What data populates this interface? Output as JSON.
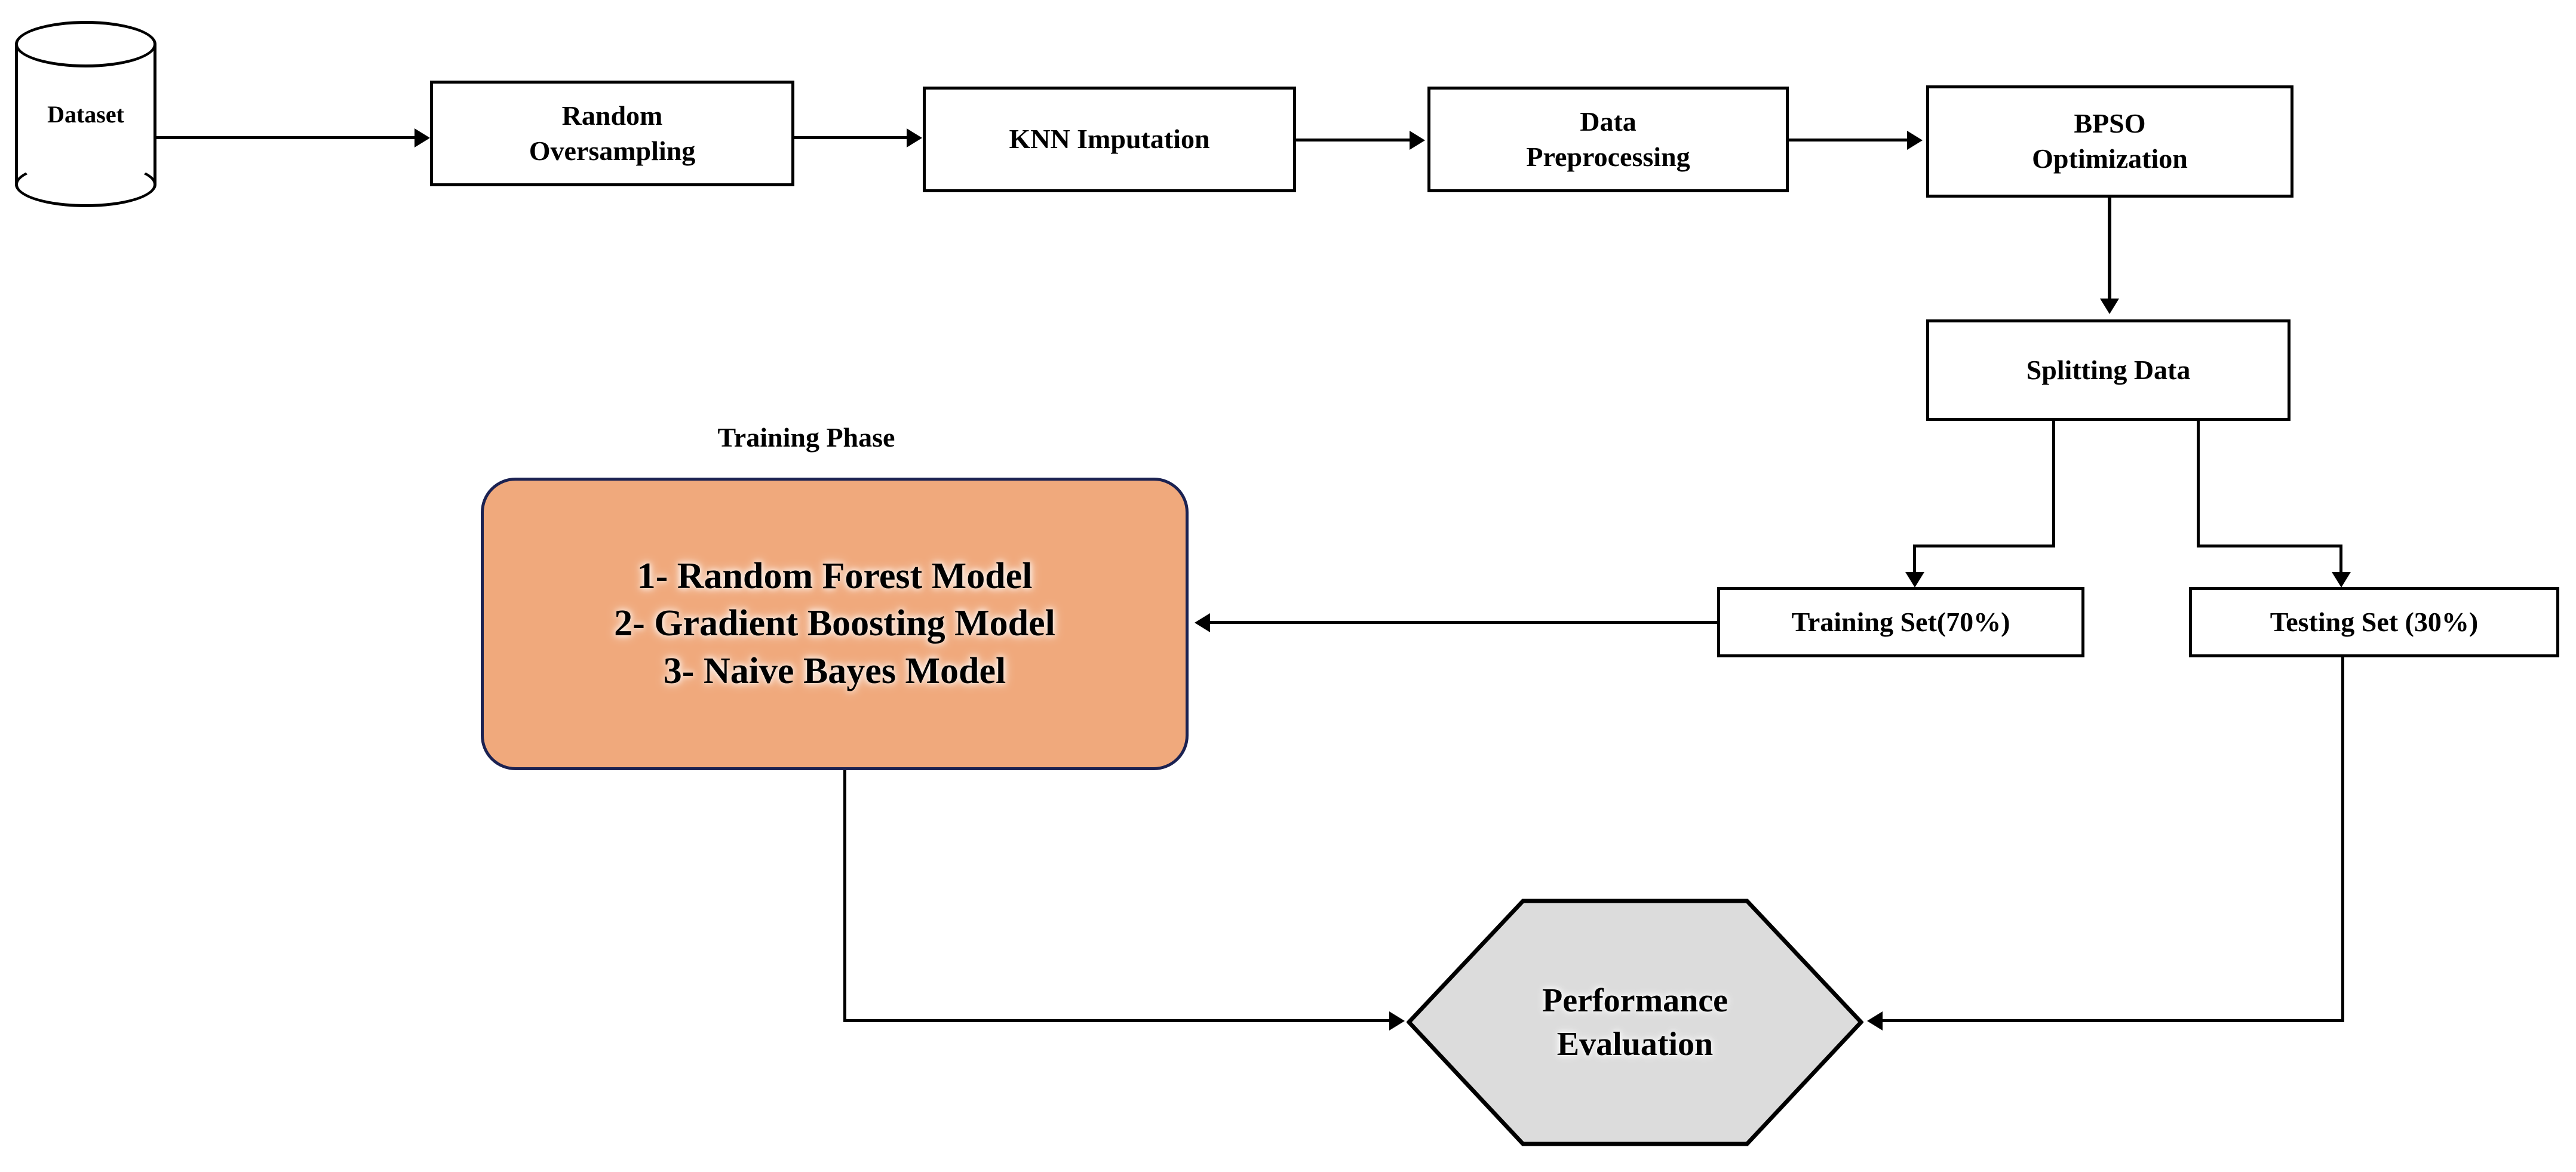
{
  "diagram": {
    "title": "Machine Learning Pipeline Flowchart",
    "background_color": "#FFFFFF",
    "colors": {
      "node_fill": "#FFFFFF",
      "node_stroke": "#000000",
      "training_box_fill": "#F0A97C",
      "training_box_stroke": "#1B2252",
      "hexagon_fill": "#DCDCDC",
      "hexagon_stroke": "#000000",
      "connector": "#000000"
    },
    "nodes": {
      "dataset": {
        "label": "Dataset",
        "shape": "cylinder"
      },
      "random_oversampling": {
        "label": "Random\nOversampling",
        "shape": "rectangle"
      },
      "knn_imputation": {
        "label": "KNN Imputation",
        "shape": "rectangle"
      },
      "data_preprocessing": {
        "label": "Data\nPreprocessing",
        "shape": "rectangle"
      },
      "bpso_optimization": {
        "label": "BPSO\nOptimization",
        "shape": "rectangle"
      },
      "splitting_data": {
        "label": "Splitting Data",
        "shape": "rectangle"
      },
      "training_set": {
        "label": "Training Set(70%)",
        "shape": "rectangle"
      },
      "testing_set": {
        "label": "Testing Set (30%)",
        "shape": "rectangle"
      },
      "training_phase_label": {
        "label": "Training Phase"
      },
      "training_models": {
        "shape": "rounded-rectangle",
        "lines": [
          "1- Random Forest Model",
          "2- Gradient Boosting Model",
          "3- Naive Bayes Model"
        ]
      },
      "performance_evaluation": {
        "label": "Performance\nEvaluation",
        "shape": "hexagon",
        "line1": "Performance",
        "line2": "Evaluation"
      }
    },
    "edges": [
      {
        "from": "dataset",
        "to": "random_oversampling",
        "direction": "right"
      },
      {
        "from": "random_oversampling",
        "to": "knn_imputation",
        "direction": "right"
      },
      {
        "from": "knn_imputation",
        "to": "data_preprocessing",
        "direction": "right"
      },
      {
        "from": "data_preprocessing",
        "to": "bpso_optimization",
        "direction": "right"
      },
      {
        "from": "bpso_optimization",
        "to": "splitting_data",
        "direction": "down"
      },
      {
        "from": "splitting_data",
        "to": "training_set",
        "direction": "down-left"
      },
      {
        "from": "splitting_data",
        "to": "testing_set",
        "direction": "down-right"
      },
      {
        "from": "training_set",
        "to": "training_models",
        "direction": "left"
      },
      {
        "from": "training_models",
        "to": "performance_evaluation",
        "direction": "down-right"
      },
      {
        "from": "testing_set",
        "to": "performance_evaluation",
        "direction": "down-left"
      }
    ]
  }
}
